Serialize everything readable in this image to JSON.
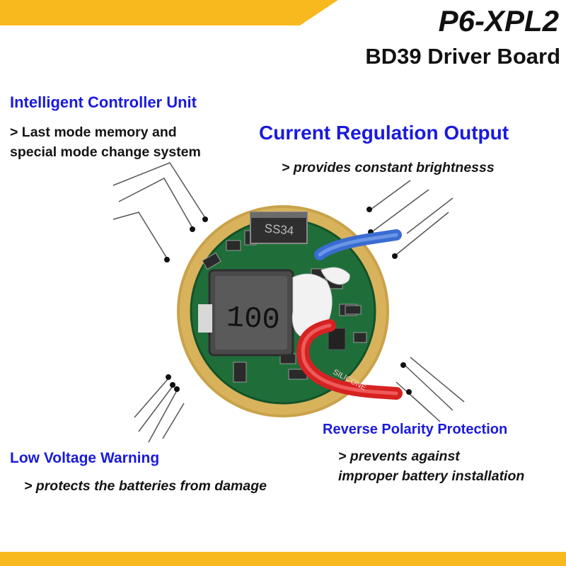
{
  "header": {
    "model": "P6-XPL2",
    "subtitle": "BD39 Driver Board"
  },
  "features": {
    "controller": {
      "title": "Intelligent Controller Unit",
      "line1": "> Last mode memory and",
      "line2": "special mode change system"
    },
    "regulation": {
      "title": "Current Regulation Output",
      "line1": "> provides constant brightnesss"
    },
    "polarity": {
      "title": "Reverse Polarity Protection",
      "line1": "> prevents against",
      "line2": "improper battery installation"
    },
    "voltage": {
      "title": "Low Voltage Warning",
      "line1": "> protects the batteries from damage"
    }
  },
  "board": {
    "inductor_label": "100",
    "diode_label": "SS34",
    "wire_label": "SILICONE"
  },
  "colors": {
    "accent_yellow": "#f8b91e",
    "heading_blue": "#1a1add",
    "pcb_green": "#1f6e3a",
    "brass_ring": "#c9a24a"
  }
}
